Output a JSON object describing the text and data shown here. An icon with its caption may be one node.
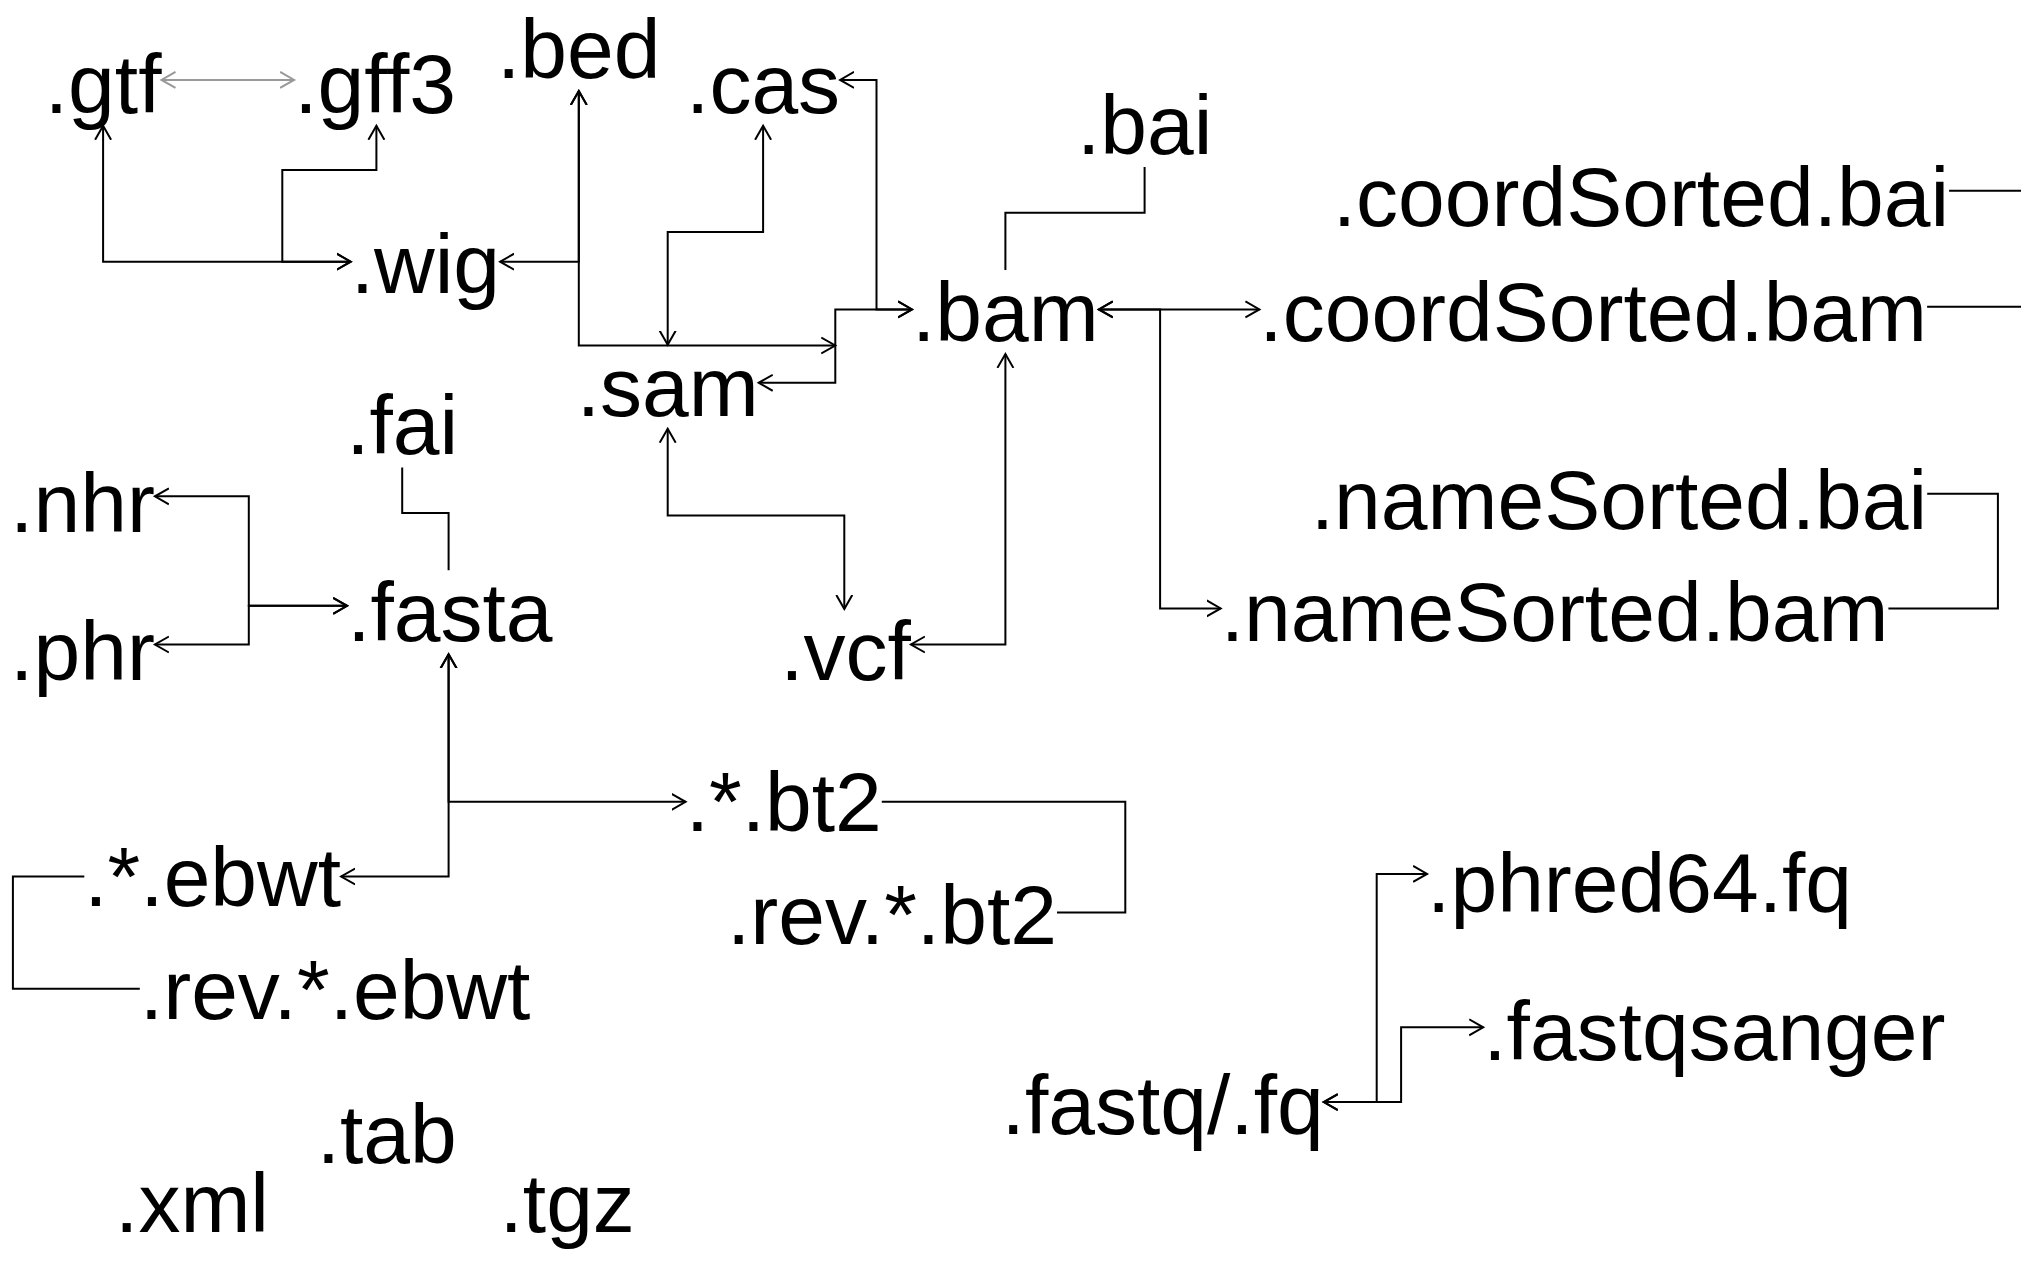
{
  "diagram": {
    "nodes": [
      {
        "text": [
          ".gtf"
        ]
      },
      {
        "text": [
          ".gff3"
        ]
      },
      {
        "text": [
          ".bed"
        ]
      },
      {
        "text": [
          ".cas"
        ]
      },
      {
        "text": [
          ".bai"
        ]
      },
      {
        "text": [
          ".coordSorted.bai"
        ]
      },
      {
        "text": [
          ".wig"
        ]
      },
      {
        "text": [
          ".bam"
        ]
      },
      {
        "text": [
          ".coordSorted.bam"
        ]
      },
      {
        "text": [
          ".sam"
        ]
      },
      {
        "text": [
          ".fai"
        ]
      },
      {
        "text": [
          ".nhr"
        ]
      },
      {
        "text": [
          ".nameSorted.bai"
        ]
      },
      {
        "text": [
          ".fasta"
        ]
      },
      {
        "text": [
          ".phr"
        ]
      },
      {
        "text": [
          ".nameSorted.bam"
        ]
      },
      {
        "text": [
          ".vcf"
        ]
      },
      {
        "text": [
          ".*.bt2"
        ]
      },
      {
        "text": [
          ".*.ebwt"
        ]
      },
      {
        "text": [
          ".rev.*.bt2"
        ]
      },
      {
        "text": [
          ".phred64.fq"
        ]
      },
      {
        "text": [
          ".rev.*.ebwt"
        ]
      },
      {
        "text": [
          ".fastqsanger"
        ]
      },
      {
        "text": [
          ".fastq/.fq"
        ]
      }
    ],
    "edges": [
      {
        "from": 0,
        "to": 1,
        "arrow": "both",
        "color": "#999999"
      },
      {
        "from": 0,
        "to": 6,
        "arrow": "both"
      },
      {
        "from": 1,
        "to": 6,
        "arrow": "both"
      },
      {
        "from": 2,
        "to": 6,
        "arrow": "both"
      },
      {
        "from": 2,
        "to": null,
        "arrow": "both"
      },
      {
        "from": 3,
        "to": 9,
        "arrow": "both"
      },
      {
        "from": 3,
        "to": 7,
        "arrow": "both"
      },
      {
        "from": 9,
        "to": 7,
        "arrow": "both"
      },
      {
        "from": 4,
        "to": 7,
        "arrow": "none"
      },
      {
        "from": 7,
        "to": 8,
        "arrow": "both"
      },
      {
        "from": 7,
        "to": 15,
        "arrow": "both"
      },
      {
        "from": 5,
        "to": 8,
        "arrow": "none"
      },
      {
        "from": 12,
        "to": 15,
        "arrow": "none"
      },
      {
        "from": 7,
        "to": 16,
        "arrow": "both"
      },
      {
        "from": 9,
        "to": 16,
        "arrow": "both"
      },
      {
        "from": 10,
        "to": 13,
        "arrow": "none"
      },
      {
        "from": 11,
        "to": 13,
        "arrow": "both"
      },
      {
        "from": 14,
        "to": 13,
        "arrow": "both"
      },
      {
        "from": 13,
        "to": 18,
        "arrow": "both"
      },
      {
        "from": 13,
        "to": 17,
        "arrow": "both"
      },
      {
        "from": 17,
        "to": 19,
        "arrow": "none"
      },
      {
        "from": 18,
        "to": 21,
        "arrow": "none"
      },
      {
        "from": 23,
        "to": 20,
        "arrow": "both"
      },
      {
        "from": 23,
        "to": 22,
        "arrow": "both"
      }
    ],
    "labels": [
      ".tab",
      ".xml",
      ".tgz"
    ]
  }
}
